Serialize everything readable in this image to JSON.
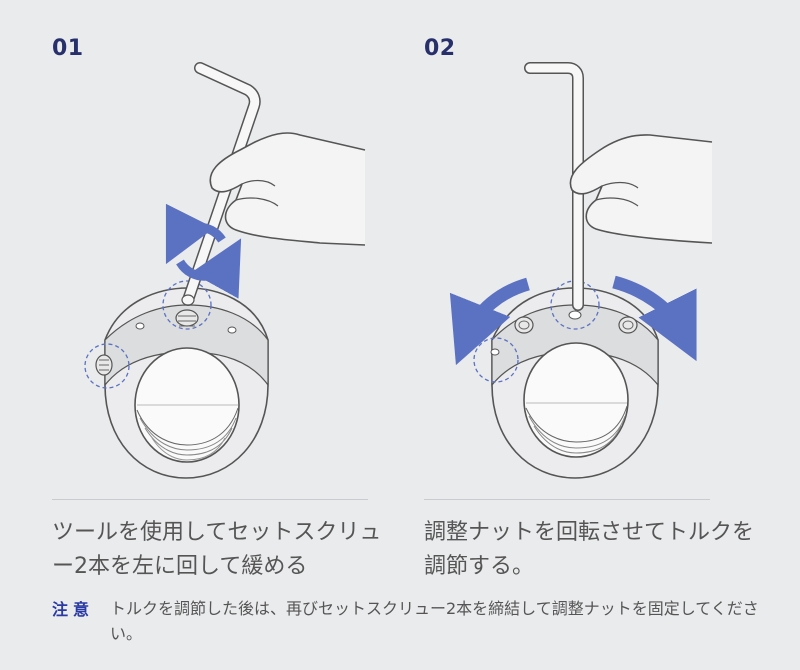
{
  "steps": [
    {
      "number": "01",
      "description_line1": "ツールを使用してセットスクリュ",
      "description_line2": "ー2本を左に回して緩める"
    },
    {
      "number": "02",
      "description_line1": "調整ナットを回転させてトルクを",
      "description_line2": "調節する。"
    }
  ],
  "note": {
    "label": "注意",
    "text": "トルクを調節した後は、再びセットスクリュー2本を締結して調整ナットを固定してください。"
  },
  "colors": {
    "accent_arrow": "#5b72c2",
    "step_number": "#27306b",
    "note_label": "#2a3aa4",
    "line_art": "#555555",
    "background": "#eaebed"
  },
  "icons": [
    "rotate-arrows-icon",
    "hex-key-icon",
    "hand-icon",
    "set-screw-icon",
    "nut-ring-icon",
    "curved-arrow-left-icon",
    "curved-arrow-right-icon"
  ]
}
